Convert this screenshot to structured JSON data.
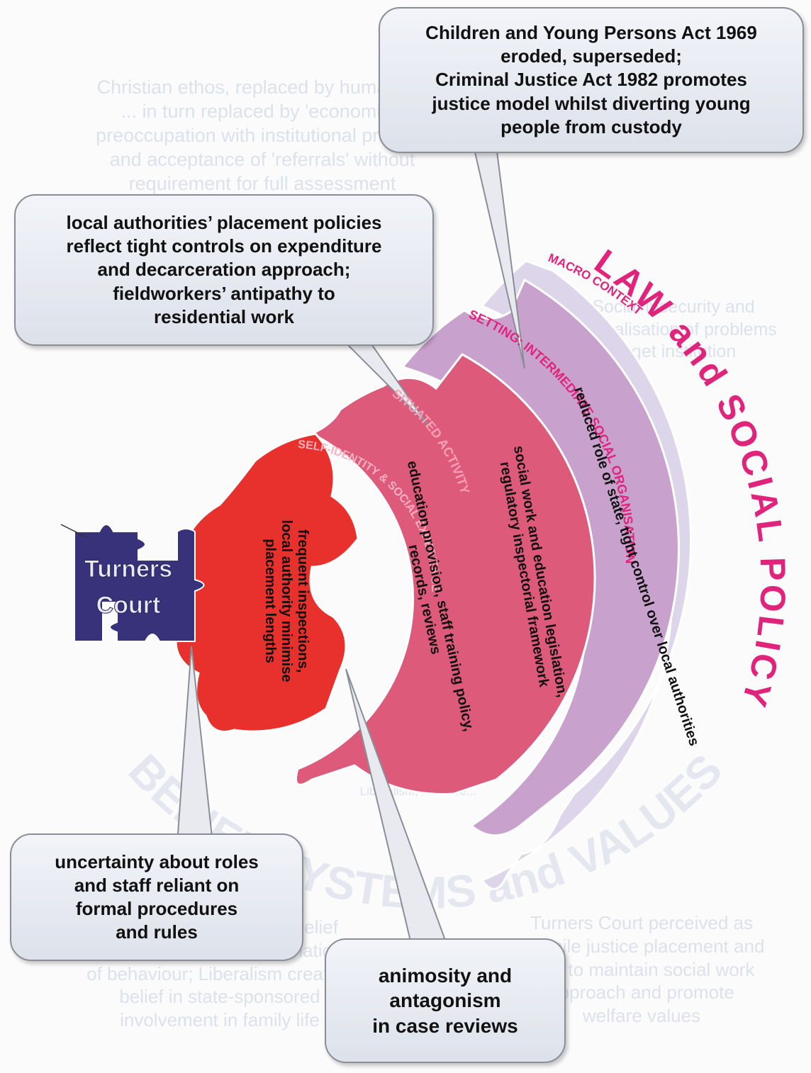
{
  "background": {
    "top_left": "Christian ethos, replaced by humanism\n... in turn replaced by 'economics'\npreoccupation with institutional practice\nand acceptance of 'referrals' without\nrequirement for full assessment",
    "right_upper": "Social insecurity and\ninternalisation of problems\ntarget institution",
    "bottom_left": "Christianity and Liberal belief\nin family-orientated explanations\nof behaviour; Liberalism creating\nbelief in state-sponsored\ninvolvement in family life",
    "bottom_right": "Turners Court perceived as\njuvenile justice placement and\nstaff to maintain social work\napproach and promote\nwelfare values",
    "arc_text": "BELIEF SYSTEMS and VALUES",
    "small_mid": "Liberalism, Neo-Pre..."
  },
  "colors": {
    "navy": "#37327a",
    "red": "#e8312c",
    "pink": "#de5a7a",
    "mauve": "#c8a1cc",
    "lavender": "#ddd6ea",
    "accent_text": "#e0247c",
    "bubble_border": "#8a8e96"
  },
  "puzzle": {
    "centre_label": "Turners\nCourt",
    "self_identity": {
      "heading": "SELF-IDENTITY & SOCIAL EXPERIENCE",
      "body": "frequent inspections,\nlocal authority minimise\nplacement lengths"
    },
    "situated_activity": {
      "heading": "SITUATED ACTIVITY",
      "body": "education provision, staff training policy,\nrecords, reviews"
    },
    "setting": {
      "heading": "SETTING: INTERMEDIATE SOCIAL ORGANISATION",
      "body": "social work and education legislation,\nregulatory inspectorial framework"
    },
    "macro": {
      "heading": "MACRO CONTEXT",
      "body": "reduced role of state, tight control over local authorities"
    },
    "outer_title": "LAW and SOCIAL POLICY"
  },
  "bubbles": {
    "top_right": "Children and Young Persons Act 1969\neroded, superseded;\nCriminal Justice Act 1982 promotes\njustice model whilst diverting young\npeople from custody",
    "left_mid": "local authorities’ placement policies\nreflect tight controls on expenditure\nand decarceration approach;\nfieldworkers’ antipathy to\nresidential work",
    "bottom_left": "uncertainty about roles\nand staff reliant on\nformal procedures\nand rules",
    "bottom_center": "animosity and\nantagonism\nin case reviews"
  }
}
